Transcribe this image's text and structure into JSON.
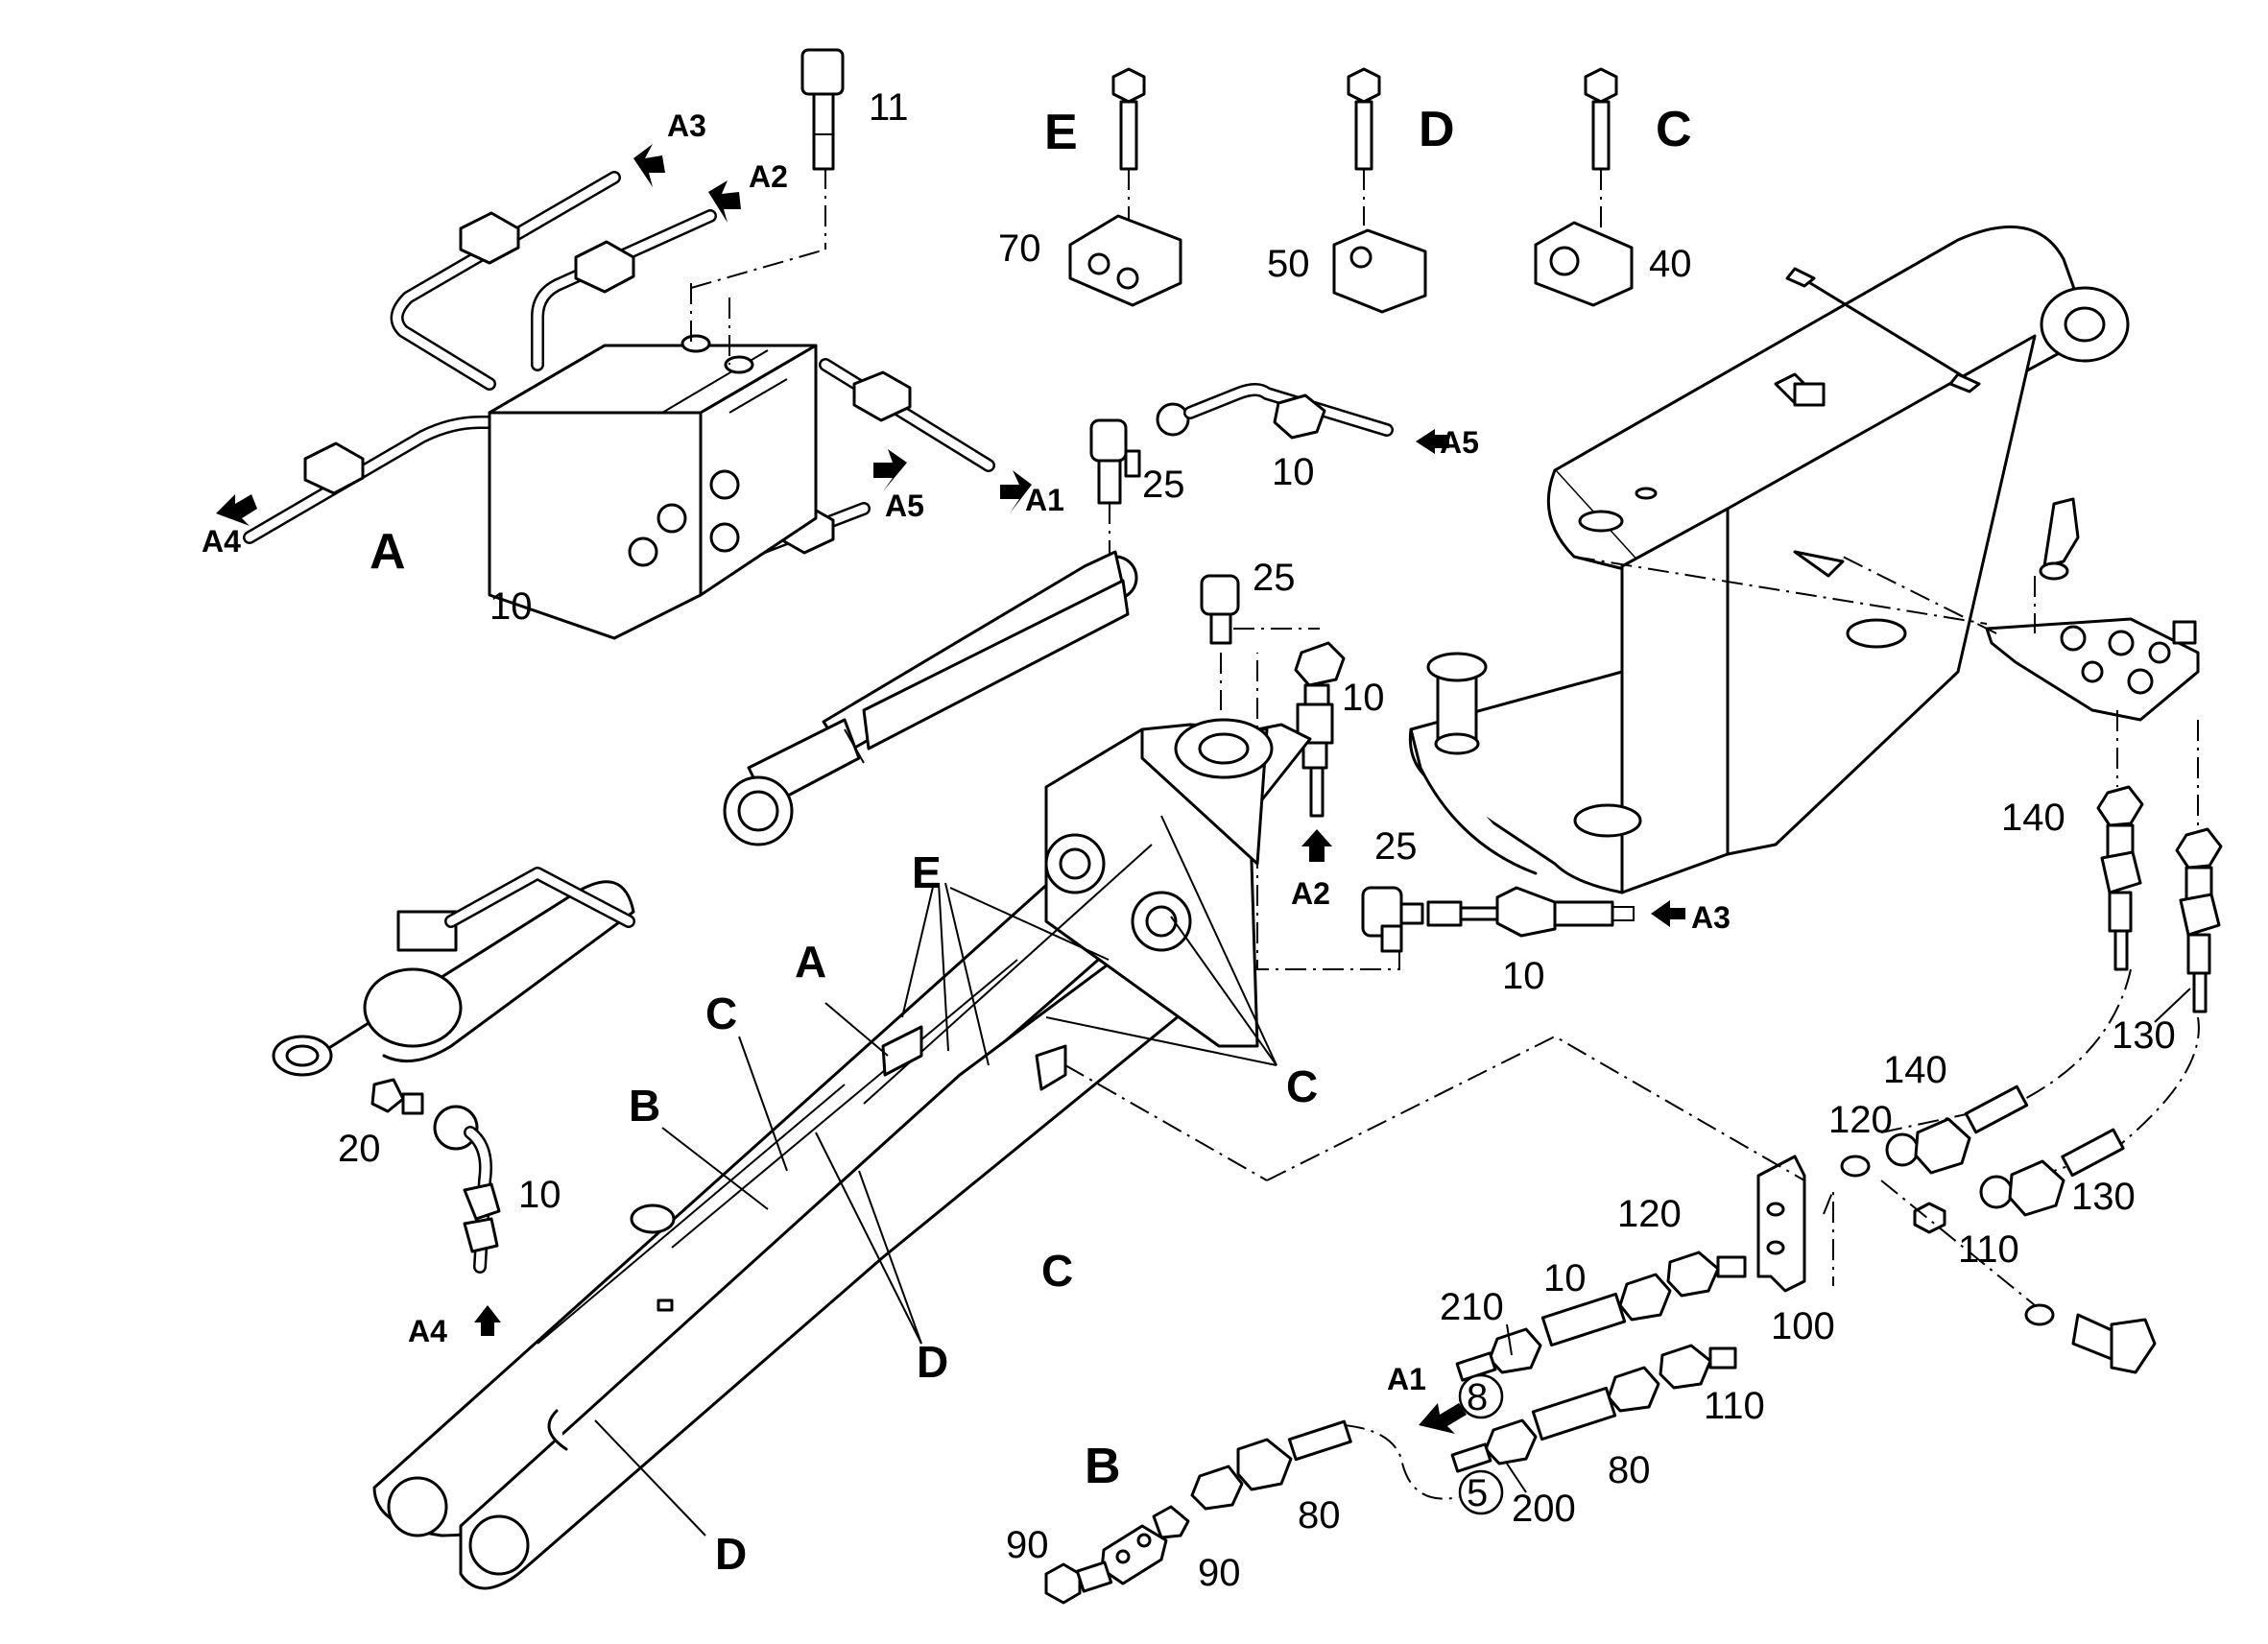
{
  "view_labels": {
    "A": "A",
    "B": "B",
    "C": "C",
    "D": "D",
    "E": "E"
  },
  "callouts": {
    "n11": "11",
    "n70": "70",
    "n50": "50",
    "n40": "40",
    "n10_valve": "10",
    "n25_top": "25",
    "n10_top": "10",
    "n25_mid": "25",
    "n10_mid": "10",
    "n25_right": "25",
    "n10_right": "10",
    "n140_upper": "140",
    "n130_upper": "130",
    "n140_lower": "140",
    "n130_lower": "130",
    "n120_washer": "120",
    "n110_nut": "110",
    "n120_fitting": "120",
    "n10_fitting": "10",
    "n210": "210",
    "n100": "100",
    "n110_fitting": "110",
    "n80_upper": "80",
    "n200": "200",
    "n80_lower": "80",
    "n90_left": "90",
    "n90_right": "90",
    "n20": "20",
    "n10_left": "10"
  },
  "ports": {
    "A1": "A1",
    "A2": "A2",
    "A3": "A3",
    "A4": "A4",
    "A5": "A5"
  },
  "circled": {
    "c8": "8",
    "c5": "5"
  },
  "boom_letters": {
    "E": "E",
    "A": "A",
    "C_left": "C",
    "B": "B",
    "C_right": "C",
    "C_center": "C",
    "D_mid": "D",
    "D_bottom": "D"
  }
}
